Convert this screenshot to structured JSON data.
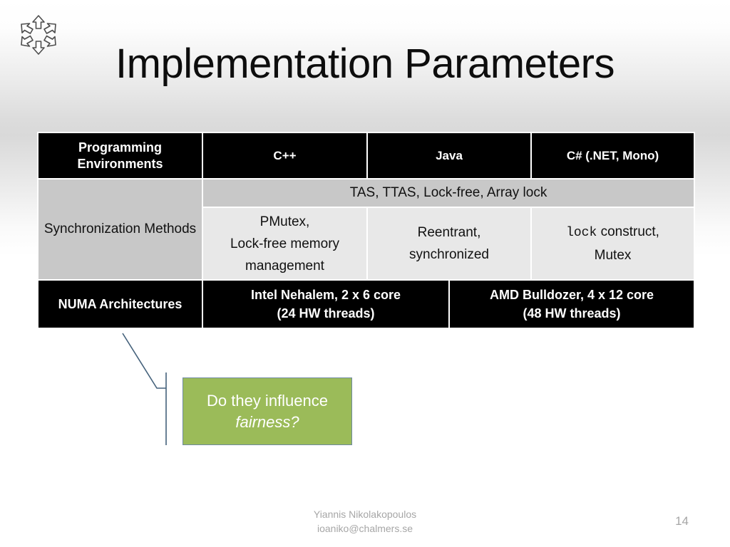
{
  "slide": {
    "title": "Implementation Parameters",
    "logo_name": "chalmers-hexagon-arrows-logo",
    "page_number": "14",
    "background_accent": "#d9d9d9"
  },
  "table": {
    "header": {
      "first_cell": "Programming Environments",
      "columns": [
        "C++",
        "Java",
        "C# (.NET, Mono)"
      ]
    },
    "sync": {
      "label": "Synchronization Methods",
      "shared_row": "TAS, TTAS, Lock-free, Array lock",
      "cells": [
        {
          "text": "PMutex,\nLock-free memory management",
          "mono_prefix": ""
        },
        {
          "text": "Reentrant,\nsynchronized",
          "mono_prefix": ""
        },
        {
          "text": " construct,\nMutex",
          "mono_prefix": "lock"
        }
      ]
    },
    "numa": {
      "label": "NUMA Architectures",
      "cells": [
        "Intel Nehalem, 2 x 6 core\n(24 HW threads)",
        "AMD Bulldozer, 4 x 12 core\n(48 HW threads)"
      ]
    },
    "colors": {
      "header_bg": "#000000",
      "sync_label_bg": "#c8c8c8",
      "shared_row_bg": "#c8c8c8",
      "method_bg": "#e8e8e8",
      "numa_bg": "#000000"
    }
  },
  "callout": {
    "line1": "Do they influence",
    "line2": "fairness?",
    "fill": "#9bbb59",
    "border": "#6e8aa0"
  },
  "connector": {
    "color": "#44617b"
  },
  "footer": {
    "author": "Yiannis Nikolakopoulos",
    "email": "ioaniko@chalmers.se"
  }
}
